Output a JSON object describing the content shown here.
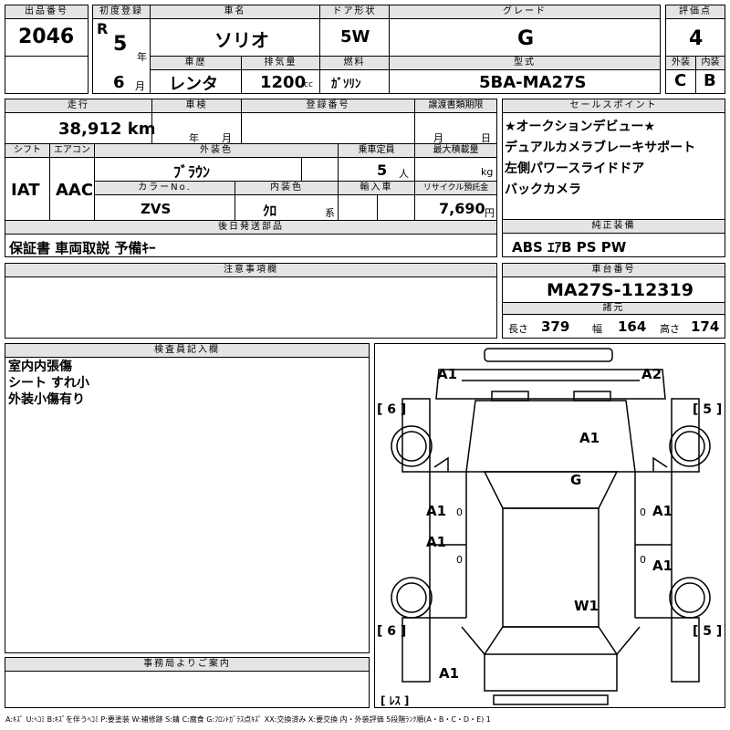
{
  "header": {
    "lot_no_label": "出品番号",
    "lot_no": "2046",
    "first_reg_label": "初度登録",
    "era": "R",
    "year": "5",
    "year_unit": "年",
    "month": "6",
    "month_unit": "月",
    "car_name_label": "車名",
    "car_name": "ソリオ",
    "door_label": "ドア形状",
    "door": "5W",
    "grade_label": "グレード",
    "grade": "G",
    "score_label": "評価点",
    "score": "4",
    "history_label": "車歴",
    "history": "レンタ",
    "displacement_label": "排気量",
    "displacement": "1200",
    "displacement_unit": "cc",
    "fuel_label": "燃料",
    "fuel": "ｶﾞｿﾘﾝ",
    "model_label": "型式",
    "model": "5BA-MA27S",
    "exterior_label": "外装",
    "exterior": "C",
    "interior_label": "内装",
    "interior": "B"
  },
  "info": {
    "mileage_label": "走行",
    "mileage": "38,912 km",
    "inspection_label": "車検",
    "insp_year": "年",
    "insp_month": "月",
    "plate_label": "登録番号",
    "transfer_label": "譲渡書類期限",
    "transfer_month": "月",
    "transfer_day": "日",
    "shift_label": "シフト",
    "shift": "IAT",
    "ac_label": "エアコン",
    "ac": "AAC",
    "color_label": "外装色",
    "color": "ﾌﾞﾗｳﾝ",
    "capacity_label": "乗車定員",
    "capacity": "5",
    "capacity_unit": "人",
    "load_label": "最大積載量",
    "load_unit": "kg",
    "color_no_label": "カラーNo.",
    "color_no": "ZVS",
    "interior_color_label": "内装色",
    "interior_color": "ｸﾛ",
    "interior_color_unit": "系",
    "import_label": "輸入車",
    "recycle_label": "リサイクル預託金",
    "recycle": "7,690",
    "recycle_unit": "円",
    "later_parts_label": "後日発送部品",
    "later_parts": "保証書 車両取説 予備ｷｰ"
  },
  "sales": {
    "label": "セールスポイント",
    "lines": [
      "★オークションデビュー★",
      "デュアルカメラブレーキサポート",
      "左側パワースライドドア",
      "バックカメラ"
    ]
  },
  "equipment": {
    "label": "純正装備",
    "value": "ABS ｴｱB PS PW"
  },
  "notes": {
    "label": "注意事項欄"
  },
  "chassis": {
    "label": "車台番号",
    "value": "MA27S-112319",
    "dims_label": "諸元",
    "length_label": "長さ",
    "length": "379",
    "width_label": "幅",
    "width": "164",
    "height_label": "高さ",
    "height": "174"
  },
  "inspector": {
    "label": "検査員記入欄",
    "lines": [
      "室内内張傷",
      "シート すれ小",
      "外装小傷有り"
    ]
  },
  "office": {
    "label": "事務局よりご案内"
  },
  "diagram": {
    "marks": {
      "front_left": "A1",
      "front_right": "A2",
      "hood": "A1",
      "roof": "G",
      "left_front_door": "A1",
      "left_rear_door": "A1",
      "right_front_door": "A1",
      "right_rear_door": "A1",
      "rear_glass": "W1",
      "rear": "A1"
    },
    "tire_fl": "[ 6 ]",
    "tire_fr": "[ 5 ]",
    "tire_rl": "[ 6 ]",
    "tire_rr": "[ 5 ]",
    "spare": "[ ﾚｽ ]",
    "zero1": "0",
    "zero2": "0",
    "zero3": "0",
    "zero4": "0"
  },
  "legend": "A:ｷｽﾞ U:ﾍｺﾐ B:ｷｽﾞを伴うﾍｺﾐ P:要塗装 W:補修跡 S:錆 C:腐食 G:ﾌﾛﾝﾄｶﾞﾗｽ点ｷｽﾞ XX:交換済み X:要交換 内・外装評価 5段階ﾗﾝｸ順(A・B・C・D・E) 1"
}
